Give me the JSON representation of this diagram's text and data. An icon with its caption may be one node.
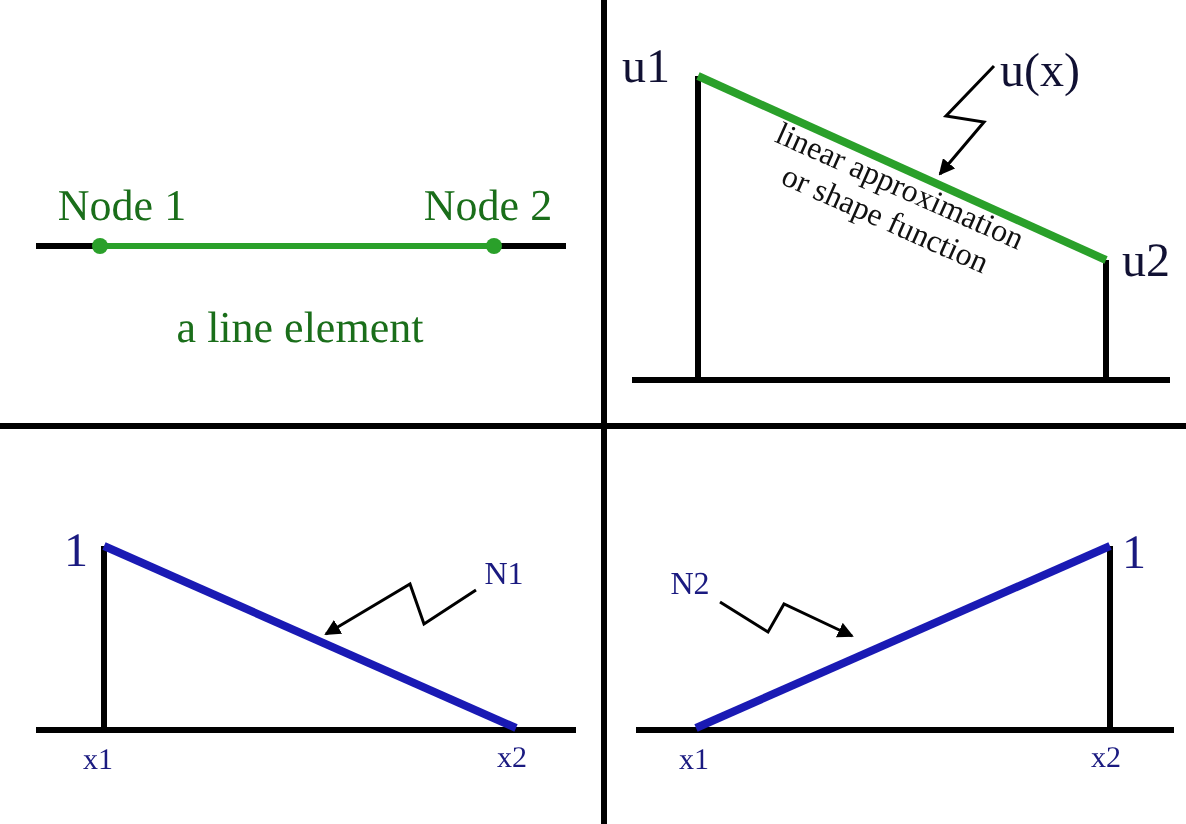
{
  "diagram": {
    "nodes": [
      {
        "text": [
          "u(x)"
        ]
      },
      {
        "text": [],
        "shape": "line"
      },
      {
        "text": [
          "N1"
        ]
      },
      {
        "text": [],
        "shape": "line"
      },
      {
        "text": [
          "N2"
        ]
      },
      {
        "text": [],
        "shape": "line"
      }
    ],
    "edges": [
      {
        "from": 0,
        "to": 1,
        "arrow": "to"
      },
      {
        "from": 2,
        "to": 3,
        "arrow": "to"
      },
      {
        "from": 4,
        "to": 5,
        "arrow": "to"
      }
    ],
    "labels": [
      "Node 1",
      "Node 2",
      "a line element",
      "u1",
      "linear approximation or shape function",
      "u2",
      "1",
      "x1",
      "x2",
      "1",
      "x1",
      "x2"
    ]
  }
}
